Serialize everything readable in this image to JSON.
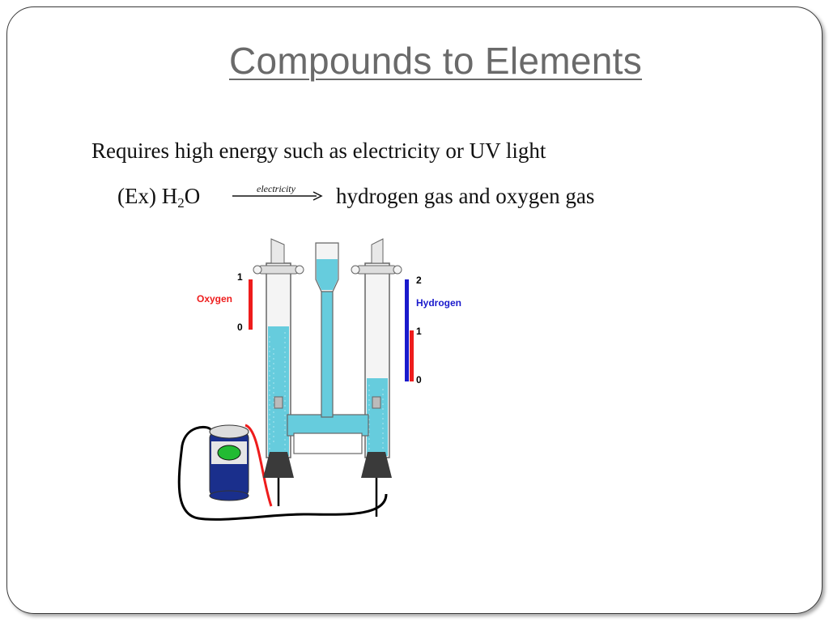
{
  "slide": {
    "title": "Compounds to Elements",
    "line1": "Requires high energy such as electricity or UV light",
    "example_prefix": "(Ex) H",
    "subscript": "2",
    "example_suffix": "O",
    "arrow_label": "electricity",
    "products": "hydrogen gas and oxygen gas"
  },
  "diagram": {
    "oxygen_label": "Oxygen",
    "oxygen_scale_top": "1",
    "oxygen_scale_bottom": "0",
    "hydrogen_label": "Hydrogen",
    "hydrogen_scale_top": "2",
    "hydrogen_scale_mid": "1",
    "hydrogen_scale_bottom": "0",
    "colors": {
      "water": "#66ccdd",
      "oxygen": "#ee1c1c",
      "hydrogen": "#1a1acc",
      "battery_body": "#1a2f8c",
      "battery_dot": "#22bb33"
    }
  }
}
